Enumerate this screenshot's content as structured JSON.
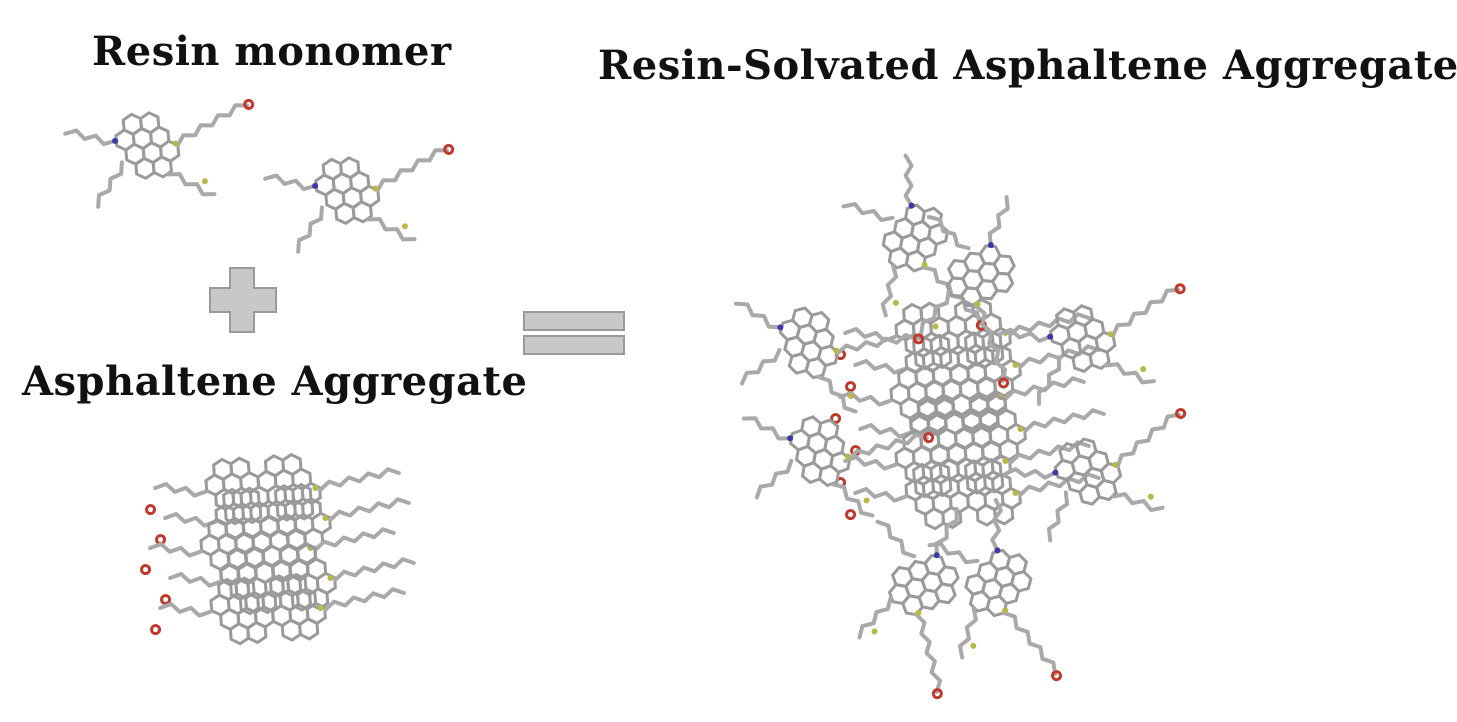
{
  "labels": {
    "resin_monomer": "Resin monomer",
    "asphaltene_aggregate": "Asphaltene Aggregate",
    "resin_solvated": "Resin-Solvated Asphaltene Aggregate"
  },
  "operators": {
    "plus": "plus-sign",
    "equals": "equals-sign"
  },
  "colors": {
    "bond": "#a9a9a9",
    "bond_dark": "#7a7a7a",
    "oxygen": "#c0392b",
    "nitrogen": "#3a3aa6",
    "sulfur": "#b8b84a",
    "operator_fill": "#c8c8c8",
    "operator_stroke": "#9a9a9a"
  }
}
